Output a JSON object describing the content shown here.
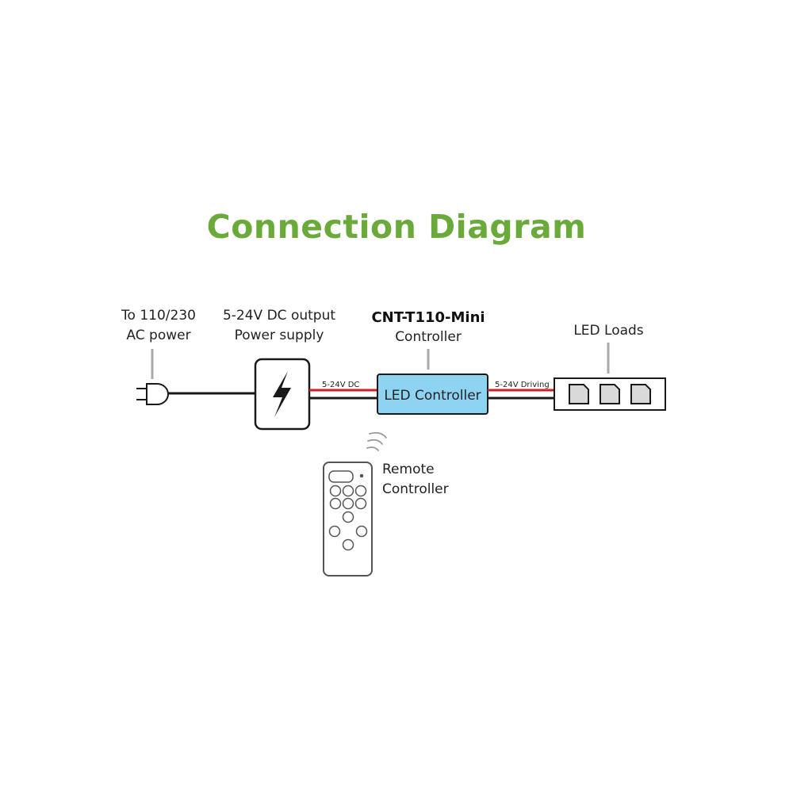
{
  "title": "Connection Diagram",
  "labels": {
    "ac_power_line1": "To 110/230",
    "ac_power_line2": "AC power",
    "psu_line1": "5-24V DC output",
    "psu_line2": "Power supply",
    "controller_model": "CNT-T110-Mini",
    "controller_caption": "Controller",
    "led_loads": "LED Loads",
    "remote_line1": "Remote",
    "remote_line2": "Controller"
  },
  "wires": {
    "psu_to_controller": "5-24V DC",
    "controller_to_led": "5-24V Driving"
  },
  "controller_box_label": "LED Controller",
  "colors": {
    "title": "#6aaa3a",
    "wire_red": "#d21f26",
    "wire_black": "#1a1a1a",
    "controller_fill": "#8fd3f2",
    "leader_gray": "#aaaaaa"
  },
  "icons": [
    "plug-icon",
    "lightning-bolt-icon",
    "wireless-signal-icon",
    "remote-icon"
  ]
}
